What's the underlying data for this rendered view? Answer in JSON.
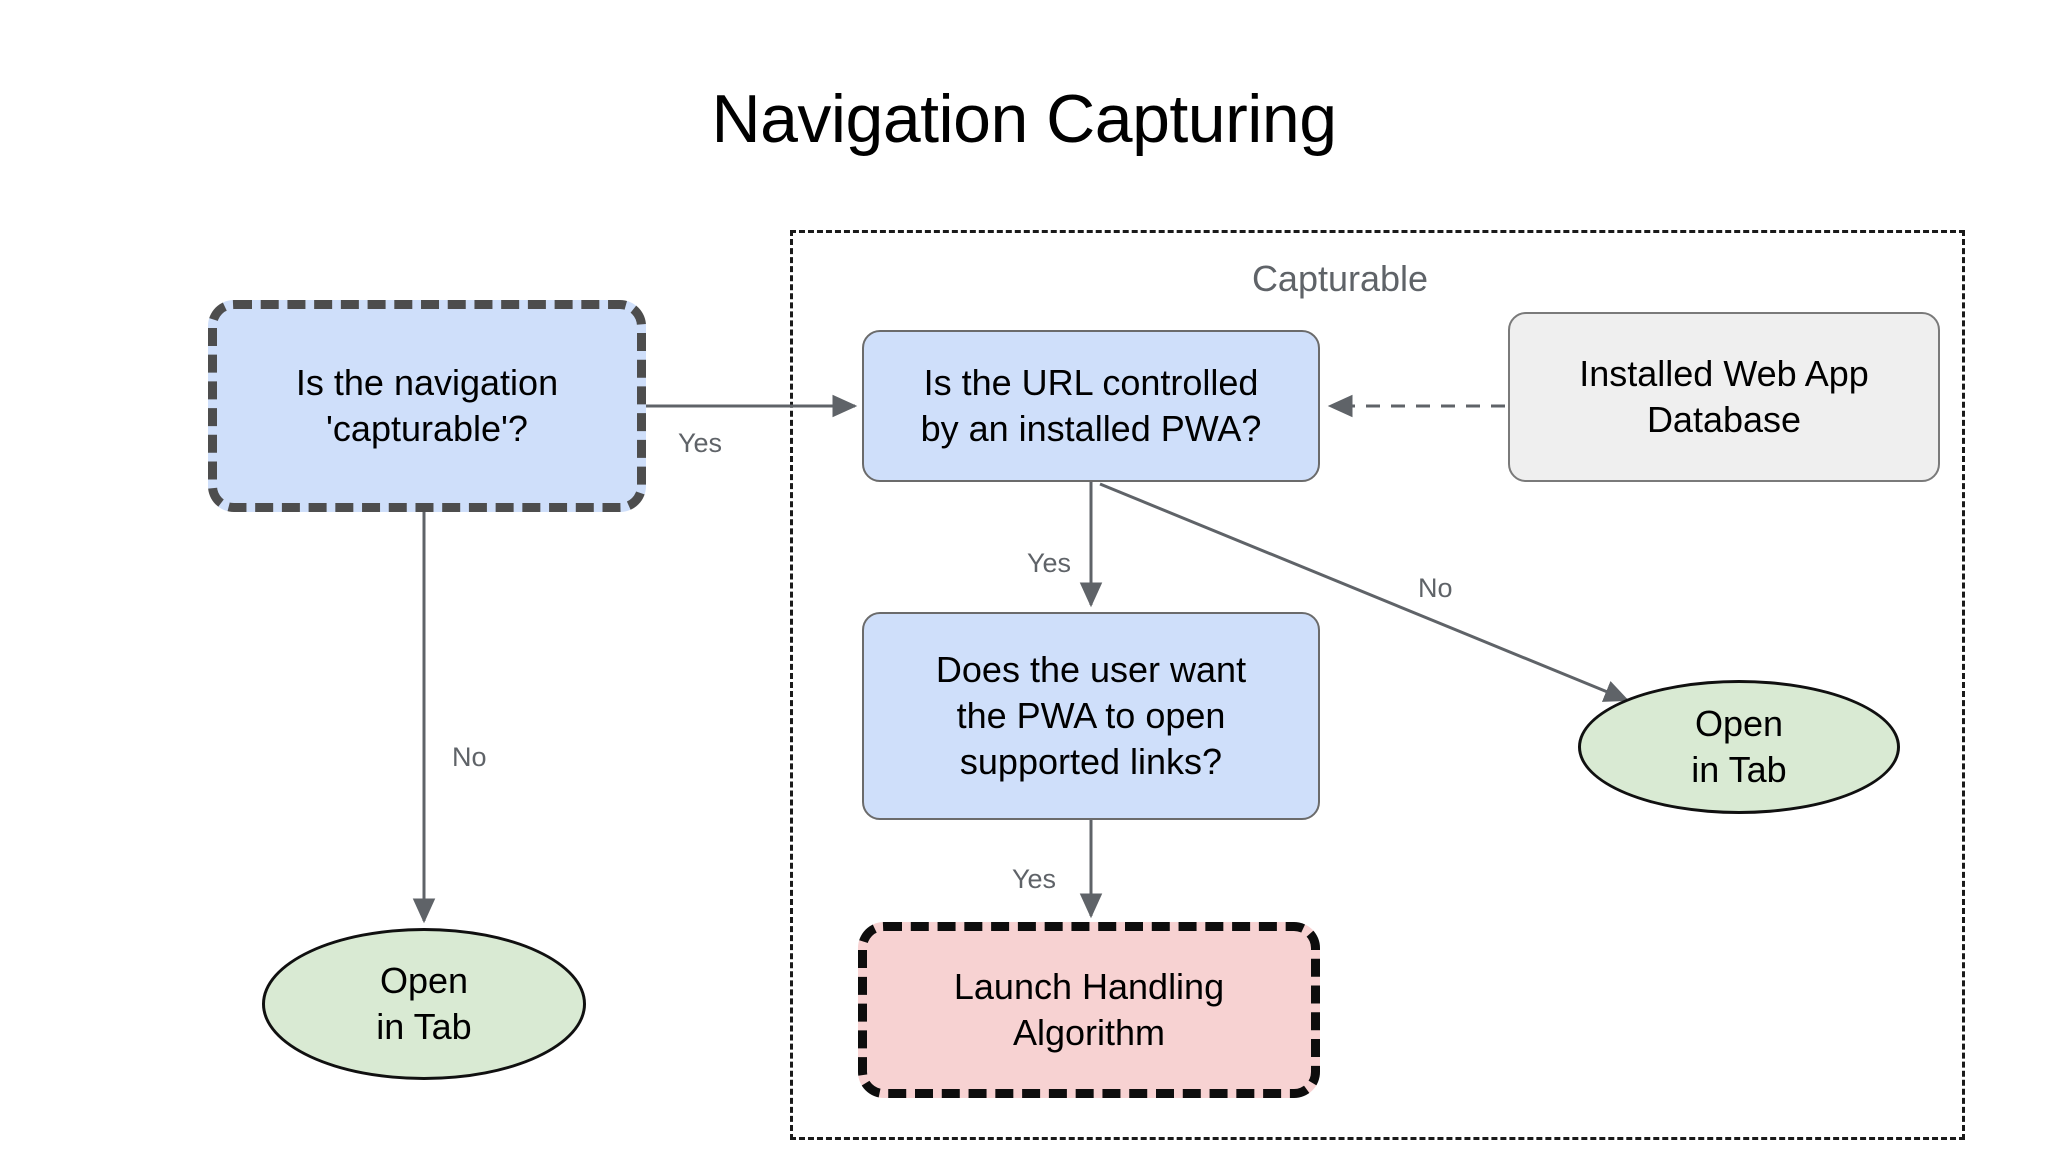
{
  "title": "Navigation Capturing",
  "group": {
    "label": "Capturable"
  },
  "nodes": {
    "is_capturable": {
      "label": "Is the navigation\n'capturable'?"
    },
    "url_controlled": {
      "label": "Is the URL controlled\nby an installed PWA?"
    },
    "installed_db": {
      "label": "Installed Web App\nDatabase"
    },
    "user_want": {
      "label": "Does the user want\nthe PWA to open\nsupported links?"
    },
    "launch_handling": {
      "label": "Launch Handling\nAlgorithm"
    },
    "open_tab_left": {
      "label": "Open\nin Tab"
    },
    "open_tab_right": {
      "label": "Open\nin Tab"
    }
  },
  "edges": {
    "yes_capturable": "Yes",
    "no_capturable": "No",
    "yes_url": "Yes",
    "no_url": "No",
    "yes_user_want": "Yes"
  },
  "colors": {
    "node_blue_fill": "#cfdffa",
    "node_gray_fill": "#efefef",
    "node_pink_fill": "#f7d2d2",
    "node_green_fill": "#d9ead3",
    "border_gray": "#6b6b6b",
    "border_dark": "#4d4d4d",
    "border_black": "#0d0d0d",
    "edge_stroke": "#5f6368",
    "label_text": "#5f6368",
    "background": "#ffffff"
  }
}
